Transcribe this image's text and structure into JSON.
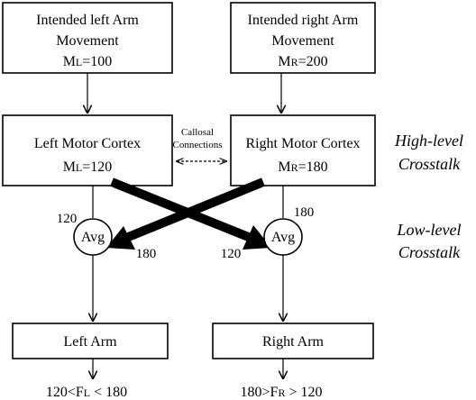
{
  "boxes": {
    "intended_left": {
      "line1": "Intended left Arm",
      "line2": "Movement",
      "var_main": "M",
      "var_sub": "L",
      "value": "=100"
    },
    "intended_right": {
      "line1": "Intended right Arm",
      "line2": "Movement",
      "var_main": "M",
      "var_sub": "R",
      "value": "=200"
    },
    "left_cortex": {
      "line1": "Left Motor Cortex",
      "var_main": "M",
      "var_sub": "L",
      "value": "=120"
    },
    "right_cortex": {
      "line1": "Right Motor Cortex",
      "var_main": "M",
      "var_sub": "R",
      "value": "=180"
    },
    "left_arm": {
      "label": "Left Arm"
    },
    "right_arm": {
      "label": "Right Arm"
    }
  },
  "callosal": {
    "line1": "Callosal",
    "line2": "Connections"
  },
  "avg_label": "Avg",
  "edge_labels": {
    "left_straight": "120",
    "right_straight": "180",
    "cross_into_left": "180",
    "cross_into_right": "120"
  },
  "outputs": {
    "left": {
      "prefix": "120<F",
      "sub": "L",
      "suffix": " < 180"
    },
    "right": {
      "prefix": "180>F",
      "sub": "R",
      "suffix": " > 120"
    }
  },
  "side_labels": {
    "high_level": [
      "High-level",
      "Crosstalk"
    ],
    "low_level": [
      "Low-level",
      "Crosstalk"
    ]
  }
}
